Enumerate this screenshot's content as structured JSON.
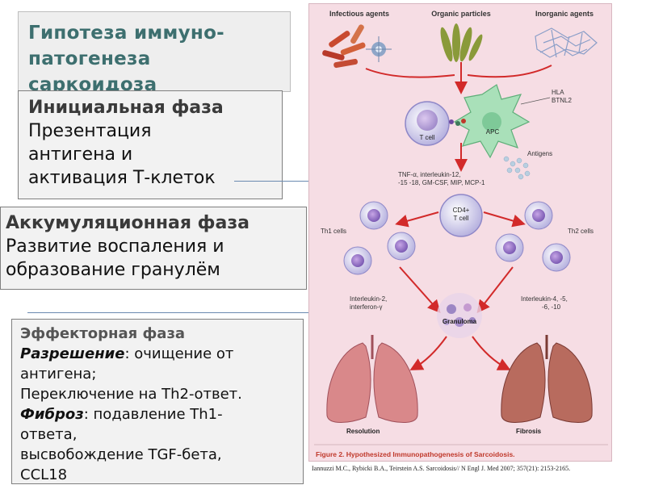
{
  "title": {
    "lines": [
      "Гипотеза иммуно-",
      "патогенеза",
      "саркоидоза"
    ]
  },
  "initiation": {
    "title": "Инициальная фаза",
    "lines": [
      "Презентация",
      "антигена и",
      "активация Т-клеток"
    ]
  },
  "accumulation": {
    "title": "Аккумуляционная фаза",
    "lines": [
      "Развитие воспаления и",
      "образование гранулём"
    ]
  },
  "effector": {
    "title": "Эффекторная фаза",
    "resolution_label": "Разрешение",
    "resolution_text": ": очищение от",
    "line3": "антигена;",
    "line4": "Переключение на Th2-ответ.",
    "fibrosis_label": "Фиброз",
    "fibrosis_text": ": подавление Th1-",
    "line6": "ответа,",
    "line7": "высвобождение TGF-бета,",
    "line8": "CCL18"
  },
  "figure": {
    "agents": [
      "Infectious agents",
      "Organic particles",
      "Inorganic agents"
    ],
    "tcell": "T cell",
    "apc": "APC",
    "hla": "HLA",
    "btnl2": "BTNL2",
    "antigens": "Antigens",
    "cytokines_line1": "TNF-α, interleukin-12,",
    "cytokines_line2": "-15 -18, GM-CSF, MIP, MCP-1",
    "cd4_line1": "CD4+",
    "cd4_line2": "T cell",
    "th1": "Th1 cells",
    "th2": "Th2 cells",
    "il_left_1": "Interleukin-2,",
    "il_left_2": "interferon-γ",
    "il_right_1": "Interleukin-4, -5,",
    "il_right_2": "-6, -10",
    "granuloma": "Granuloma",
    "resolution": "Resolution",
    "fibrosis": "Fibrosis",
    "caption": "Figure 2. Hypothesized Immunopathogenesis of Sarcoidosis."
  },
  "citation": "Iannuzzi M.C., Rybicki B.A., Teirstein A.S. Sarcoidosis// N Engl J. Med 2007; 357(21): 2153-2165.",
  "colors": {
    "accent_title": "#3d6f6f",
    "figure_bg": "#f6dde4",
    "arrow": "#d22a2a",
    "caption": "#c0392b"
  }
}
